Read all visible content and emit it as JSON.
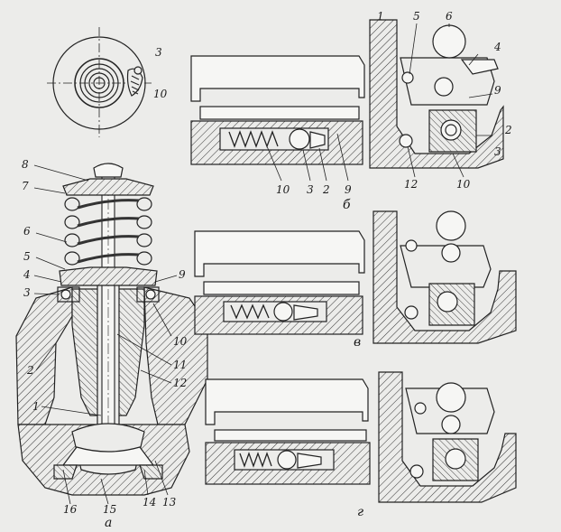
{
  "figure": {
    "panels": [
      "а",
      "б",
      "в",
      "г"
    ],
    "main_callouts": [
      "1",
      "2",
      "3",
      "4",
      "5",
      "6",
      "7",
      "8",
      "9",
      "10",
      "11",
      "12",
      "13",
      "14",
      "15",
      "16"
    ],
    "top_view_callouts": [
      "3",
      "10"
    ],
    "panel_b_piston_callouts": [
      "10",
      "3",
      "2",
      "9"
    ],
    "panel_b_section_callouts": [
      "1",
      "5",
      "6",
      "4",
      "9",
      "2",
      "3",
      "12",
      "10"
    ]
  }
}
